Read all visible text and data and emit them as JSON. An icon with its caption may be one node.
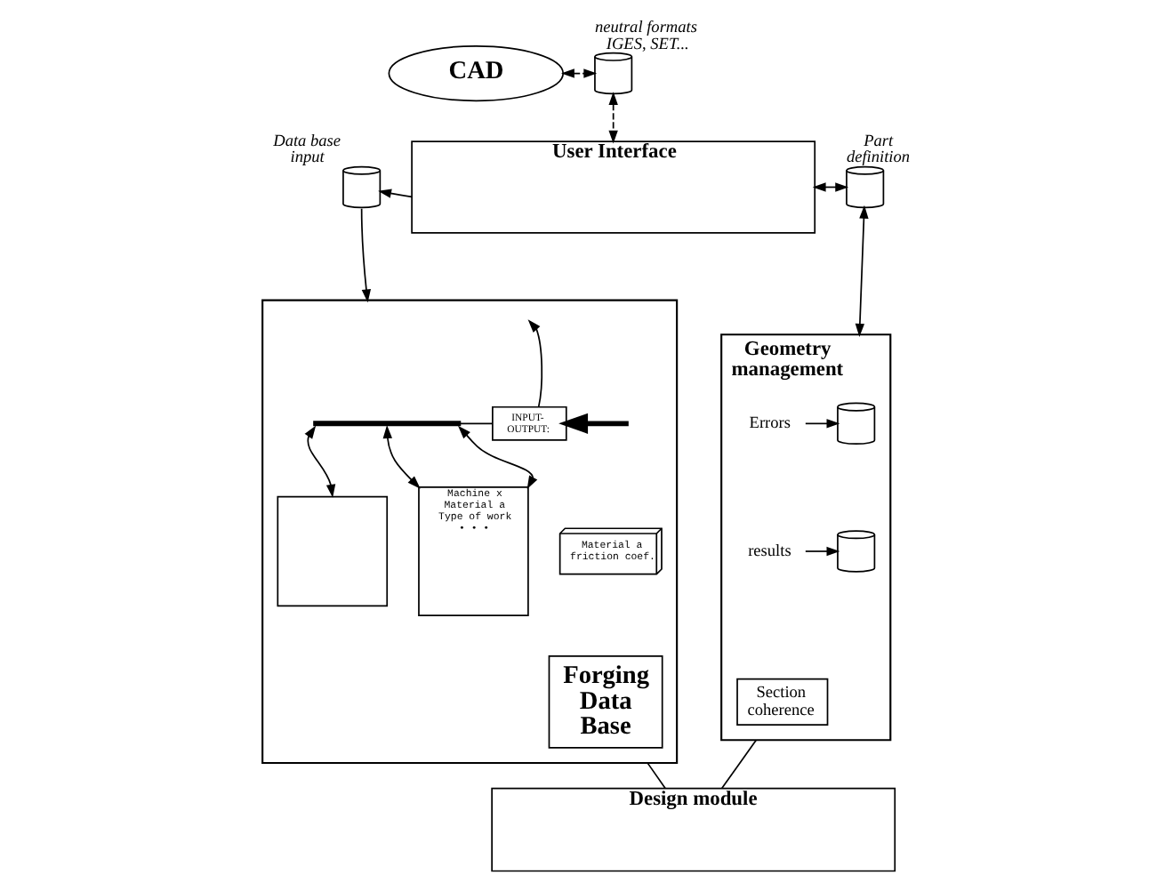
{
  "diagram": {
    "nodes": [
      {
        "text": [
          "CAD"
        ]
      },
      {
        "text": [],
        "shape": "cylinder",
        "beside": [
          "neutral formats IGES, SET..."
        ]
      },
      {
        "text": [
          "User Interface"
        ]
      },
      {
        "text": [],
        "shape": "cylinder",
        "beside": [
          "Data base input"
        ]
      },
      {
        "text": [],
        "shape": "cylinder",
        "beside": [
          "Part definition"
        ]
      },
      {
        "text": [],
        "shape": "box"
      },
      {
        "text": [
          "INPUT-OUTPUT:"
        ],
        "in": 5
      },
      {
        "text": [],
        "shape": "bar",
        "in": 5
      },
      {
        "text": [],
        "shape": "box",
        "in": 5
      },
      {
        "text": [
          "Machine x Material a Type of work • • •"
        ],
        "in": 5
      },
      {
        "text": [
          "Material a friction coef."
        ],
        "in": 5
      },
      {
        "text": [
          "Forging Data Base"
        ],
        "in": 5
      },
      {
        "text": [
          "Geometry management"
        ]
      },
      {
        "text": [
          "Errors"
        ],
        "in": 12
      },
      {
        "text": [],
        "shape": "cylinder",
        "in": 12
      },
      {
        "text": [
          "results"
        ],
        "in": 12
      },
      {
        "text": [],
        "shape": "cylinder",
        "in": 12
      },
      {
        "text": [
          "Section coherence"
        ],
        "in": 12
      },
      {
        "text": [
          "Design module"
        ]
      }
    ],
    "edges": [
      {
        "from": 0,
        "to": 1,
        "arrow": "both",
        "style": "dashed"
      },
      {
        "from": 1,
        "to": 2,
        "arrow": "both",
        "style": "dashed"
      },
      {
        "from": 2,
        "to": 3,
        "arrow": "to"
      },
      {
        "from": 3,
        "to": 5,
        "arrow": "to"
      },
      {
        "from": 2,
        "to": 4,
        "arrow": "both"
      },
      {
        "from": 4,
        "to": 12,
        "arrow": "both"
      },
      {
        "from": 6,
        "to": null,
        "arrow": "to"
      },
      {
        "from": null,
        "to": 6,
        "arrow": "to",
        "style": "thick"
      },
      {
        "from": 7,
        "to": 6,
        "arrow": "none"
      },
      {
        "from": 7,
        "to": 9,
        "arrow": "both"
      },
      {
        "from": 7,
        "to": 9,
        "arrow": "both"
      },
      {
        "from": 7,
        "to": 8,
        "arrow": "both"
      },
      {
        "from": 5,
        "to": 18,
        "arrow": "none"
      },
      {
        "from": 12,
        "to": 18,
        "arrow": "none"
      },
      {
        "from": 13,
        "to": 14,
        "arrow": "to"
      },
      {
        "from": 15,
        "to": 16,
        "arrow": "to"
      }
    ]
  }
}
